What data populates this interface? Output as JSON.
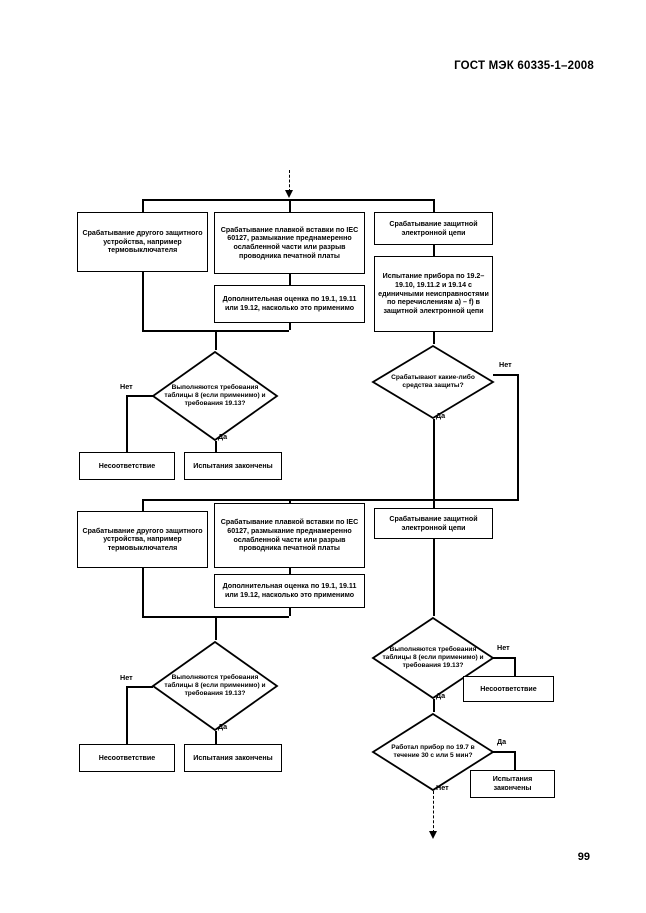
{
  "document": {
    "header": "ГОСТ МЭК 60335-1–2008",
    "page_number": "99"
  },
  "flowchart": {
    "type": "process-flow-diagram",
    "entry_arrow": "dashed-down",
    "exit_arrow": "dashed-down",
    "section_one": {
      "box_other_protective_device": "Срабатывание другого защитного устройства, например термовыключателя",
      "box_fuse_link": "Срабатывание плавкой вставки по IEC 60127, размыкание преднамеренно ослабленной части или разрыв проводника печатной платы",
      "box_additional_assessment": "Дополнительная оценка по 19.1, 19.11 или 19.12, насколько это применимо",
      "box_protective_electronic_circuit": "Срабатывание защитной электронной цепи",
      "box_appliance_test": "Испытание прибора по 19.2–19.10, 19.11.2 и 19.14 с единичными неисправностями по перечислениям а) – f) в защитной электронной цепи",
      "decision_table8": "Выполняются требования таблицы 8 (если применимо) и требования 19.13?",
      "decision_protection_operates": "Срабатывают какие-либо средства защиты?",
      "result_nonconformity": "Несоответствие",
      "result_tests_completed": "Испытания закончены"
    },
    "section_two": {
      "box_other_protective_device": "Срабатывание другого защитного устройства, например термовыключателя",
      "box_fuse_link": "Срабатывание плавкой вставки по IEC 60127, размыкание преднамеренно ослабленной части или разрыв проводника печатной платы",
      "box_additional_assessment": "Дополнительная оценка по 19.1, 19.11 или 19.12, насколько это применимо",
      "box_protective_electronic_circuit": "Срабатывание защитной электронной цепи",
      "decision_table8_left": "Выполняются требования таблицы 8 (если применимо) и требования 19.13?",
      "decision_table8_right": "Выполняются требования таблицы 8 (если применимо) и требования 19.13?",
      "decision_appliance_operated": "Работал прибор по 19.7 в течение 30 с или 5 мин?",
      "result_nonconformity_left": "Несоответствие",
      "result_tests_completed_left": "Испытания закончены",
      "result_nonconformity_right": "Несоответствие",
      "result_tests_completed_right": "Испытания закончены"
    },
    "edge_labels": {
      "yes": "Да",
      "no": "Нет"
    }
  }
}
